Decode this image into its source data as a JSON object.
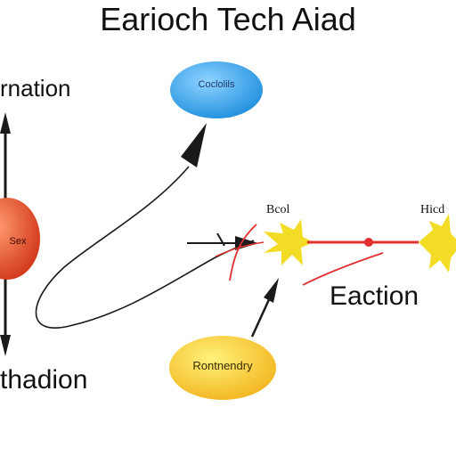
{
  "diagram": {
    "title": "Earioch Tech Aiad",
    "labels": {
      "left_top": "rnation",
      "left_bottom": "thadion",
      "right_middle": "Eaction",
      "small_center": "Bcol",
      "small_right": "Hicd"
    },
    "nodes": {
      "blue": {
        "label": "Coclolils",
        "color": "#2a9ee6"
      },
      "yellow": {
        "label": "Rontnendry",
        "color": "#f7c52a"
      },
      "red": {
        "label": "Sex",
        "color": "#e2502b"
      }
    },
    "colors": {
      "line": "#1a1a1a",
      "red_line": "#e23030",
      "burst": "#f3dc25"
    }
  }
}
